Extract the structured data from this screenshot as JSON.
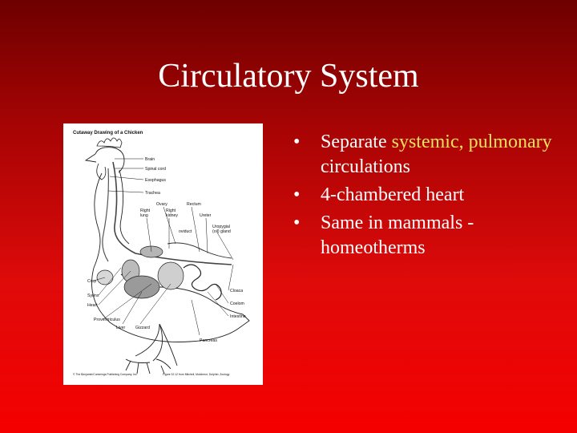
{
  "slide": {
    "title": "Circulatory System"
  },
  "figure": {
    "caption_title": "Cutaway Drawing of a Chicken",
    "labels": {
      "brain": "Brain",
      "spinal_cord": "Spinal cord",
      "esophagus": "Esophagus",
      "trachea": "Trachea",
      "ovary": "Ovary",
      "rectum": "Rectum",
      "right_lung": "Right\nlung",
      "right_kidney": "Right\nkidney",
      "ureter": "Ureter",
      "oviduct": "oviduct",
      "uropygial": "Uropygial\n(oil) gland",
      "crop": "Crop",
      "syrinx": "Syrinx",
      "heart": "Heart",
      "proventriculus": "Proventriculus",
      "liver": "Liver",
      "gizzard": "Gizzard",
      "cloaca": "Cloaca",
      "coelom": "Coelom",
      "intestine": "Intestine",
      "pancreas": "Pancreas"
    },
    "credit_left": "© The Benjamin/Cummings Publishing Company, Inc.",
    "credit_right": "Figure 32.12 from Mitchell, Mutchmor, Dolphin: Zoology"
  },
  "bullets": [
    {
      "marker": "•",
      "parts": [
        {
          "text": "Separate ",
          "accent": false
        },
        {
          "text": "systemic,",
          "accent": true
        },
        {
          "text": " ",
          "accent": false
        },
        {
          "text": "pulmonary",
          "accent": true
        },
        {
          "text": " circulations",
          "accent": false
        }
      ]
    },
    {
      "marker": "•",
      "parts": [
        {
          "text": "4-chambered heart",
          "accent": false
        }
      ]
    },
    {
      "marker": "•",
      "parts": [
        {
          "text": "Same in mammals - homeotherms",
          "accent": false
        }
      ]
    }
  ],
  "colors": {
    "background_top": "#6e0000",
    "background_bottom": "#f50000",
    "text": "#ffffff",
    "accent": "#f0e25a"
  }
}
